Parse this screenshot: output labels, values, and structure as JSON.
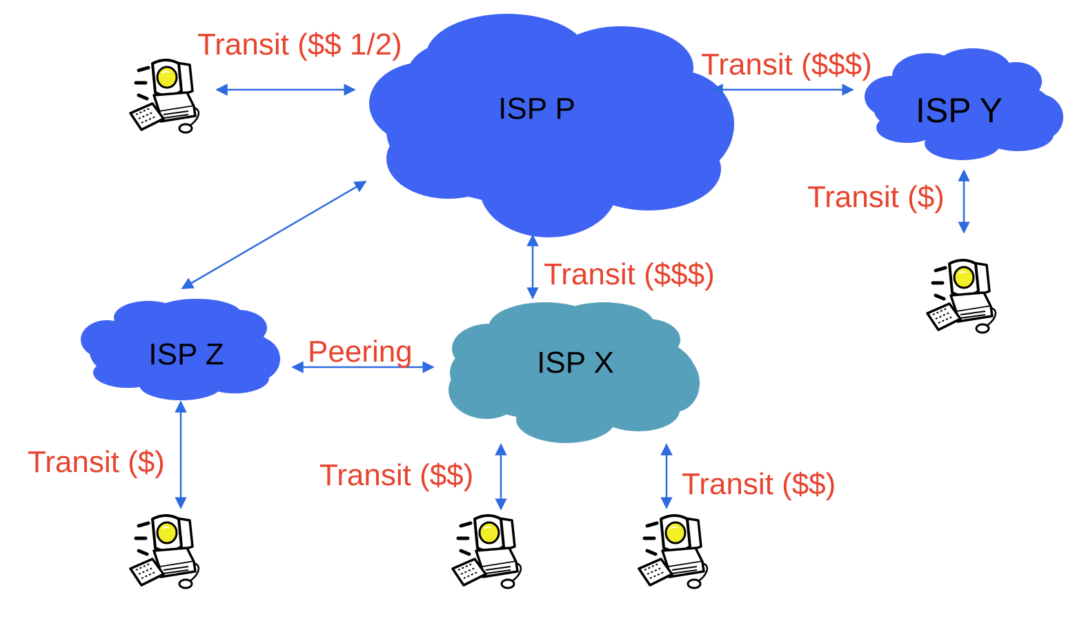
{
  "colors": {
    "cloud_blue": "#3f63f3",
    "cloud_teal": "#56a0bc",
    "arrow": "#2f6ae0",
    "label_red": "#e8432e",
    "monitor_screen": "#f2ef28"
  },
  "icons": [
    "computer-user-icon"
  ],
  "clouds": {
    "p": {
      "label": "ISP P"
    },
    "y": {
      "label": "ISP Y"
    },
    "z": {
      "label": "ISP Z"
    },
    "x": {
      "label": "ISP X"
    }
  },
  "links": {
    "user_p": "Transit ($$ 1/2)",
    "p_y": "Transit ($$$)",
    "y_user": "Transit ($)",
    "p_x": "Transit ($$$)",
    "z_x": "Peering",
    "z_user": "Transit ($)",
    "x_user_left": "Transit ($$)",
    "x_user_right": "Transit ($$)"
  }
}
